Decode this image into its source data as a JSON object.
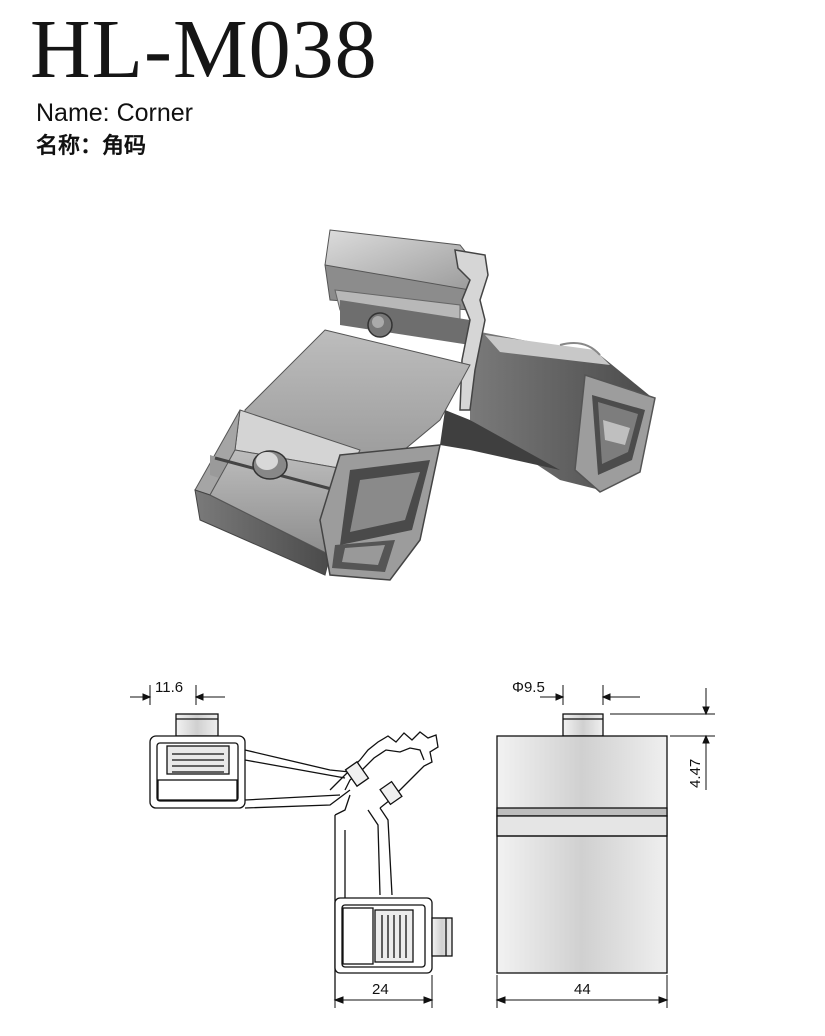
{
  "header": {
    "model": "HL-M038",
    "name_en": "Name: Corner",
    "name_cn": "名称：角码"
  },
  "dimensions": {
    "top_width": "11.6",
    "bolt_diameter": "Φ9.5",
    "height": "4.47",
    "bottom_width_left": "24",
    "bottom_width_right": "44"
  }
}
